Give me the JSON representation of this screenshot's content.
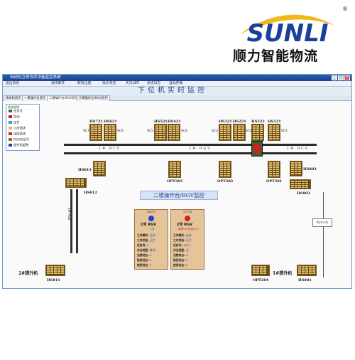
{
  "brand": {
    "logo_text": "SUNLI",
    "tagline": "顺力智能物流",
    "reg_mark": "®",
    "colors": {
      "primary": "#1a3f9c",
      "accent": "#f2b81a"
    }
  },
  "window": {
    "title": "自动化立体仓库设备监控系统",
    "controls": [
      "_",
      "□",
      "×"
    ]
  },
  "menu": [
    "退出系统",
    "通讯断开",
    "取消注册",
    "指令浏览",
    "灭法LED",
    "系统日志",
    "自动存库"
  ],
  "header_title": "下位机实时监控",
  "tabs": [
    {
      "label": "堆垛机监控",
      "active": false
    },
    {
      "label": "一楼操作台监控",
      "active": false
    },
    {
      "label": "二楼操作台/RGV监控",
      "active": true
    },
    {
      "label": "三楼操作台/RGV监控",
      "active": false
    }
  ],
  "legend": {
    "title": "状态说明",
    "items": [
      {
        "label": "任务号",
        "color": "#2a7a2a"
      },
      {
        "label": "空闲",
        "color": "#d02020"
      },
      {
        "label": "正忙",
        "color": "#20a0d0"
      },
      {
        "label": "入库请求",
        "color": "#e0c040"
      },
      {
        "label": "出库请求",
        "color": "#c03030"
      },
      {
        "label": "RGV在位号",
        "color": "#7a7a20"
      },
      {
        "label": "提升机报警",
        "color": "#2040c0"
      }
    ]
  },
  "tracks": [
    {
      "label": "1# RCV"
    },
    {
      "label": "1# RGV"
    },
    {
      "label": "1# RCV"
    }
  ],
  "stations": {
    "hs721": "HS721",
    "hs621": "HS621",
    "hs521": "HS521",
    "hs421": "HS421",
    "hs321": "HS321",
    "hs221": "HS221",
    "hs222": "HS222",
    "hs121": "HS121",
    "hs813": "HS813",
    "hs812": "HS812",
    "hs811": "HS811",
    "hs803": "HS803",
    "hs802": "HS802",
    "hs801": "HS801",
    "opt203": "OPT203",
    "opt202": "OPT202",
    "opt201": "OPT201",
    "opt204": "OPT204"
  },
  "sc_labels": [
    "SC7",
    "SC6",
    "SC5",
    "SC4",
    "SC3",
    "SC2",
    "SC1"
  ],
  "center_title": "二楼操作台/RGV监控",
  "vertical_track_label": "1# RGV",
  "rgv": [
    {
      "header": "DB053",
      "name": "1号 RGV",
      "status": "正常",
      "status_color": "#2040d0",
      "rows": [
        {
          "k": "工作模式:",
          "v": "自动"
        },
        {
          "k": "工作状态:",
          "v": "正忙"
        },
        {
          "k": "任务号:",
          "v": "0"
        },
        {
          "k": "作业类型:",
          "v": "移动"
        },
        {
          "k": "当前站台:",
          "v": "4"
        },
        {
          "k": "取货站台:",
          "v": "0"
        },
        {
          "k": "放货站台:",
          "v": "3"
        }
      ]
    },
    {
      "header": "2701B",
      "name": "2号 RGV",
      "status": "请求RGV处理中!!!",
      "status_color": "#d02020",
      "rows": [
        {
          "k": "工作模式:",
          "v": "自动"
        },
        {
          "k": "工作状态:",
          "v": "正忙"
        },
        {
          "k": "任务号:",
          "v": "1632"
        },
        {
          "k": "作业类型:",
          "v": "无"
        },
        {
          "k": "当前站台:",
          "v": "0"
        },
        {
          "k": "取货站台:",
          "v": "0"
        },
        {
          "k": "放货站台:",
          "v": "0"
        }
      ]
    }
  ],
  "lifts": {
    "left": "2#提升机",
    "right": "1#提升机"
  },
  "agv_label": "AGV小车"
}
